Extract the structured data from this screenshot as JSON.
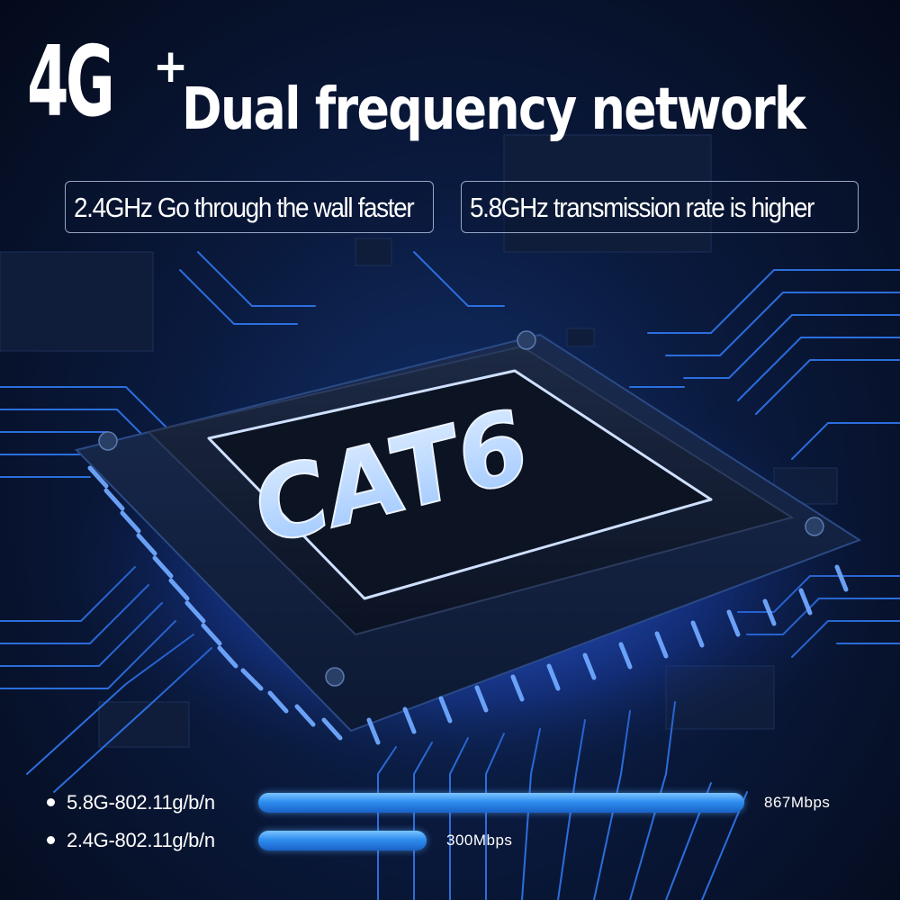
{
  "headline": {
    "prefix": "4G",
    "plus": "+",
    "rest": "Dual frequency network"
  },
  "features": [
    {
      "label": "2.4GHz Go through the wall faster"
    },
    {
      "label": "5.8GHz transmission rate is higher"
    }
  ],
  "chip": {
    "label": "CAT6"
  },
  "speeds": [
    {
      "label": "5.8G-802.11g/b/n",
      "speed": "867Mbps",
      "mbps": 867
    },
    {
      "label": "2.4G-802.11g/b/n",
      "speed": "300Mbps",
      "mbps": 300
    }
  ],
  "colors": {
    "accent": "#2f8ef0",
    "glow": "#3a6dff",
    "background": "#0a1a3e"
  }
}
